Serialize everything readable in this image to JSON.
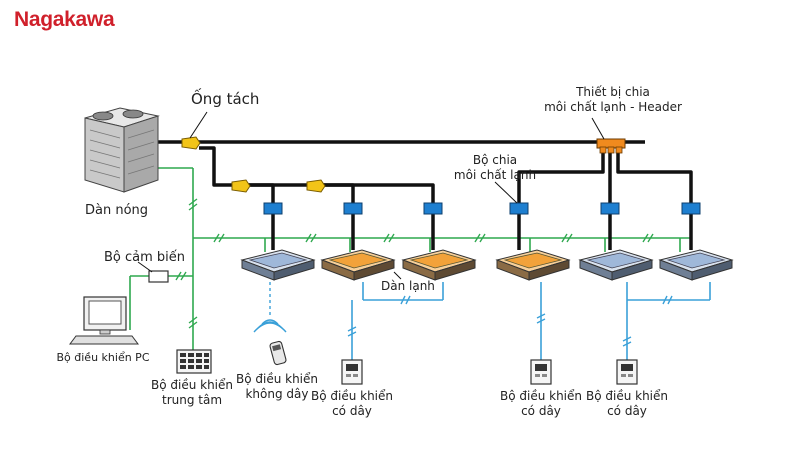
{
  "brand": {
    "name": "Nagakawa",
    "color": "#d0202b"
  },
  "colors": {
    "refrigerant_pipe": "#111111",
    "signal_wire": "#2fa84f",
    "wired_control_line": "#3aa0d8",
    "branch_joint": "#f2c418",
    "header": "#f08a1e",
    "indoor_unit_blue": "#9fb8d9",
    "indoor_unit_orange": "#f2a23a",
    "controller_box": "#1e7fd0"
  },
  "labels": {
    "outdoor_unit": "Dàn nóng",
    "branch_pipe": "Ống tách",
    "header_line1": "Thiết bị chia",
    "header_line2": "môi chất lạnh - Header",
    "distributor_line1": "Bộ chia",
    "distributor_line2": "môi chất lạnh",
    "sensor": "Bộ cảm biến",
    "pc_controller": "Bộ điều khiển PC",
    "central_line1": "Bộ điều khiển",
    "central_line2": "trung tâm",
    "wireless_line1": "Bộ điều khiển",
    "wireless_line2": "không dây",
    "indoor_units": "Dàn lạnh",
    "wired_line1": "Bộ điều khiển",
    "wired_line2": "có dây"
  }
}
